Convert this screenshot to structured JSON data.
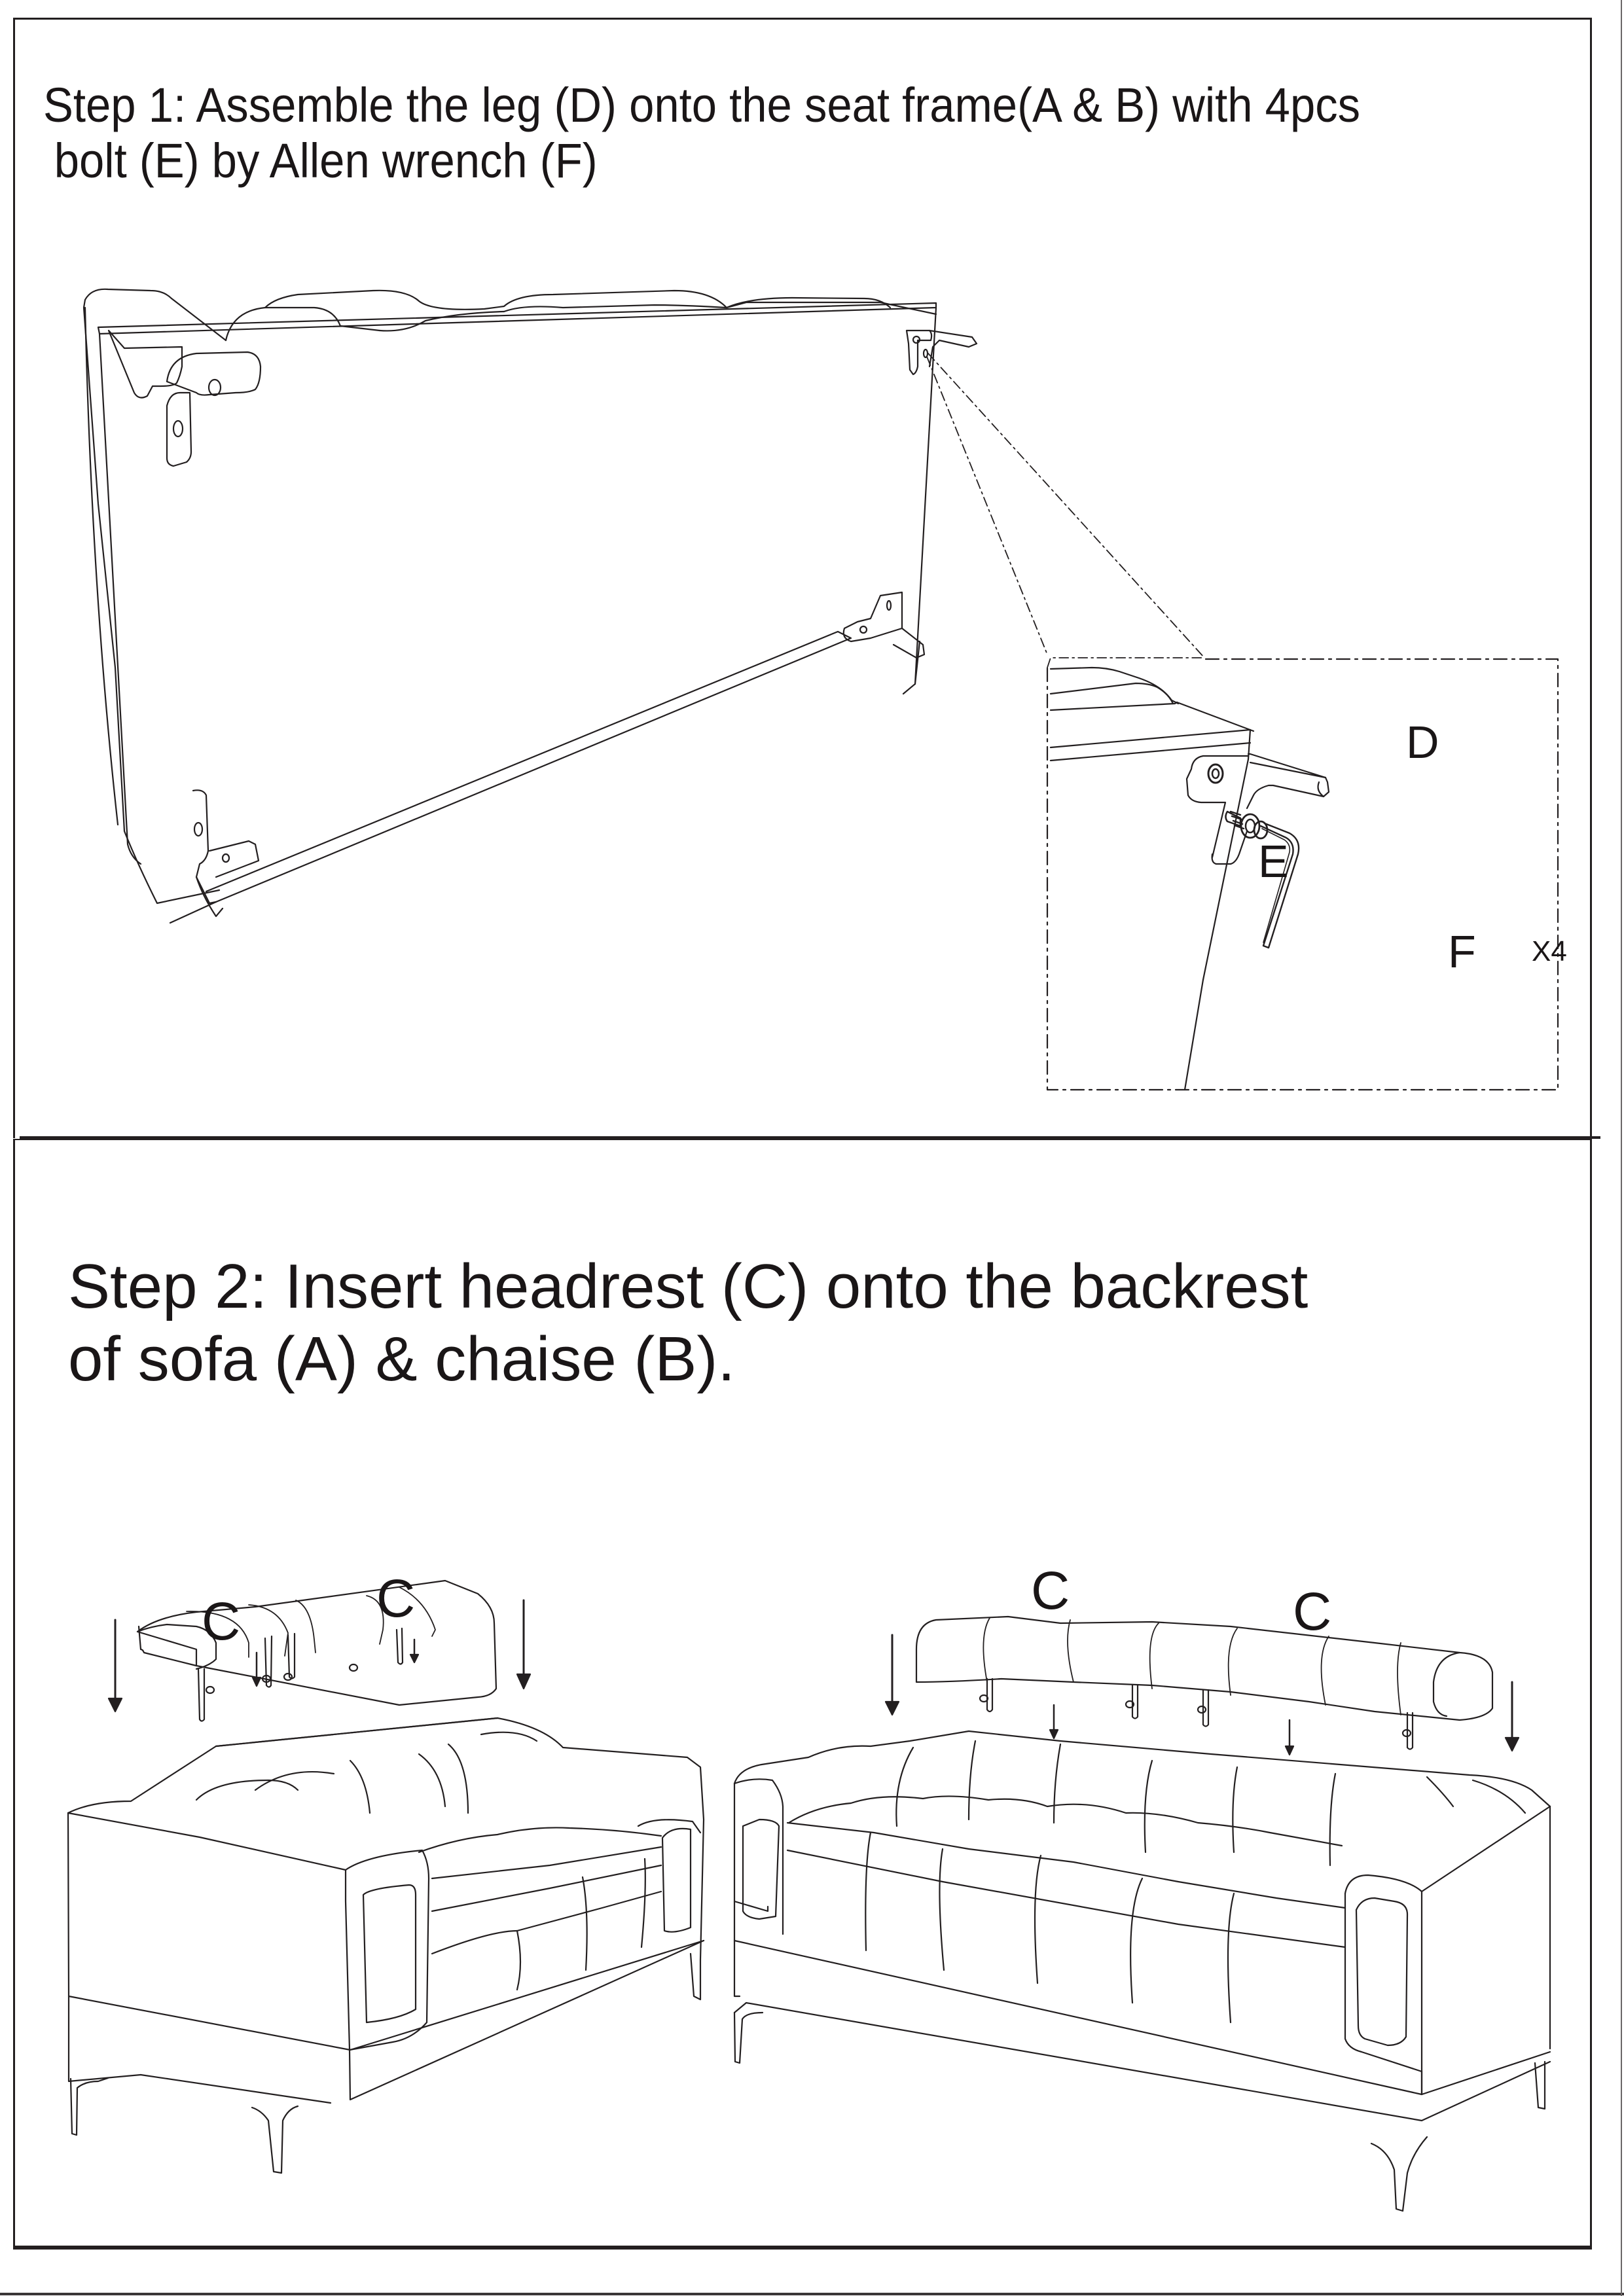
{
  "document": {
    "type": "assembly-instructions",
    "colors": {
      "ink": "#231f20",
      "paper": "#ffffff"
    }
  },
  "step1": {
    "title_line1": "Step 1: Assemble the leg (D) onto the seat frame(A & B) with 4pcs",
    "title_line2": "bolt (E) by Allen wrench (F)",
    "detail_callout": {
      "labels": {
        "leg": "D",
        "bolt": "E",
        "wrench": "F"
      },
      "quantity": "X4"
    }
  },
  "step2": {
    "title_line1": "Step 2: Insert headrest (C) onto the backrest",
    "title_line2": "of sofa (A) & chaise (B).",
    "left_unit": {
      "headrest_labels": [
        "C",
        "C"
      ]
    },
    "right_unit": {
      "headrest_labels": [
        "C",
        "C"
      ]
    }
  }
}
